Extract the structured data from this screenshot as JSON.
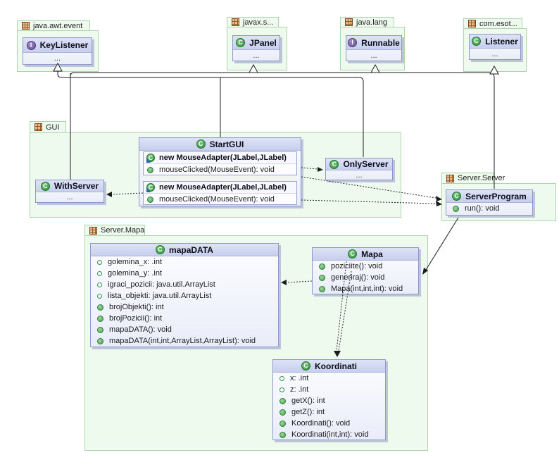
{
  "icons": {
    "class_letter": "C",
    "interface_letter": "I"
  },
  "colors": {
    "package_fill": "#eefaee",
    "package_border": "#aed6ae",
    "class_title_fill": "#ccd4ee",
    "class_border": "#8e99c9",
    "class_icon_green": "#2f9140",
    "interface_icon_purple": "#6a4f96"
  },
  "packages": {
    "awt": {
      "label": "java.awt.event"
    },
    "swing": {
      "label": "javax.s..."
    },
    "lang": {
      "label": "java.lang"
    },
    "esoteric": {
      "label": "com.esot..."
    },
    "gui": {
      "label": "GUI"
    },
    "server": {
      "label": "Server.Server"
    },
    "mapa": {
      "label": "Server.Mapa"
    }
  },
  "classes": {
    "keylistener": {
      "title": "KeyListener",
      "ellipsis": "..."
    },
    "jpanel": {
      "title": "JPanel",
      "ellipsis": "..."
    },
    "runnable": {
      "title": "Runnable",
      "ellipsis": "..."
    },
    "listener": {
      "title": "Listener",
      "ellipsis": "..."
    },
    "withserver": {
      "title": "WithServer",
      "ellipsis": "..."
    },
    "onlyserver": {
      "title": "OnlyServer",
      "ellipsis": "..."
    },
    "startgui": {
      "title": "StartGUI",
      "blocks": [
        {
          "header": "new MouseAdapter(JLabel,JLabel)",
          "method": "mouseClicked(MouseEvent): void"
        },
        {
          "header": "new MouseAdapter(JLabel,JLabel)",
          "method": "mouseClicked(MouseEvent): void"
        }
      ]
    },
    "serverprogram": {
      "title": "ServerProgram",
      "members": [
        {
          "type": "method",
          "text": "run(): void"
        }
      ]
    },
    "mapadata": {
      "title": "mapaDATA",
      "members": [
        {
          "type": "field",
          "text": "golemina_x: .int"
        },
        {
          "type": "field",
          "text": "golemina_y: .int"
        },
        {
          "type": "field",
          "text": "igraci_pozicii: java.util.ArrayList"
        },
        {
          "type": "field",
          "text": "lista_objekti: java.util.ArrayList"
        },
        {
          "type": "method",
          "text": "brojObjekti(): int"
        },
        {
          "type": "method",
          "text": "brojPozicii(): int"
        },
        {
          "type": "method",
          "text": "mapaDATA(): void"
        },
        {
          "type": "method",
          "text": "mapaDATA(int,int,ArrayList,ArrayList): void"
        }
      ]
    },
    "mapa": {
      "title": "Mapa",
      "members": [
        {
          "type": "method",
          "text": "poziciite(): void"
        },
        {
          "type": "method",
          "text": "generiraj(): void"
        },
        {
          "type": "method",
          "text": "Mapa(int,int,int): void"
        }
      ]
    },
    "koordinati": {
      "title": "Koordinati",
      "members": [
        {
          "type": "field",
          "text": "x: .int"
        },
        {
          "type": "field",
          "text": "z: .int"
        },
        {
          "type": "method",
          "text": "getX(): int"
        },
        {
          "type": "method",
          "text": "getZ(): int"
        },
        {
          "type": "method",
          "text": "Koordinati(): void"
        },
        {
          "type": "method",
          "text": "Koordinati(int,int): void"
        }
      ]
    }
  }
}
